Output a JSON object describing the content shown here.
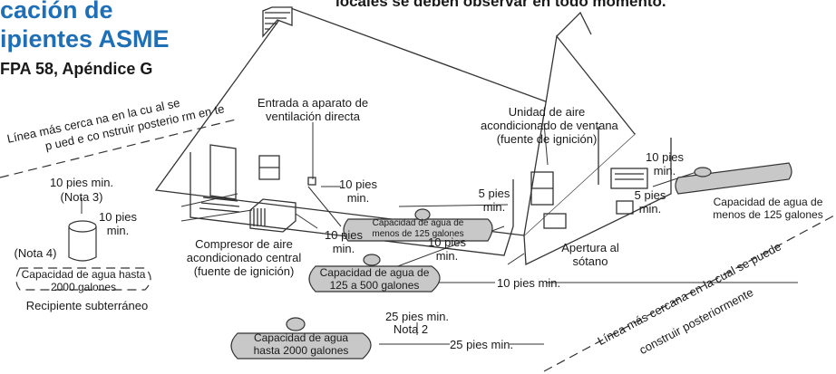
{
  "header": {
    "title_line1": "cación de",
    "title_line2": "ipientes ASME",
    "subtitle": "FPA 58, Apéndice G",
    "top_note": "locales se deben observar en todo momento."
  },
  "labels": {
    "line_left_1": "Línea más cerca na en  la cu al se",
    "line_left_2": "p ued e co nstruir   posterio  rm en te",
    "line_right_1": "Línea más cercana en la cual se puede",
    "line_right_2": "construir   posteriormente",
    "vent_entry_1": "Entrada a aparato de",
    "vent_entry_2": "ventilación directa",
    "ac_unit_1": "Unidad de aire",
    "ac_unit_2": "acondicionado    de ventana",
    "ac_unit_3": "(fuente de ignición)",
    "compressor_1": "Compresor de aire",
    "compressor_2": "acondicionado central",
    "compressor_3": "(fuente de ignición)",
    "basement_1": "Apertura al",
    "basement_2": "sótano",
    "underground": "Recipiente subterráneo",
    "note3": "(Nota 3)",
    "note4": "(Nota 4)",
    "note2": "Nota  2"
  },
  "distances": {
    "d10_a1": "10 pies min.",
    "d10_b1": "10 pies",
    "d10_b2": "min.",
    "d10_c1": "10 pies",
    "d10_c2": "min.",
    "d10_d1": "10 pies",
    "d10_d2": "min.",
    "d5_a1": "5 pies",
    "d5_a2": "min.",
    "d10_e1": "10 pies",
    "d10_e2": "min.",
    "d5_b1": "5 pies",
    "d5_b2": "min.",
    "d10_f1": "10 pies",
    "d10_f2": "min.",
    "d10_g": "10 pies min.",
    "d25_a": "25 pies min.",
    "d25_b": "25 pies min."
  },
  "tanks": {
    "t_small_1": "Capacidad de agua de",
    "t_small_2": "menos de 125 galones",
    "t_right_1": "Capacidad de agua de",
    "t_right_2": "menos de 125 galones",
    "t_mid_1": "Capacidad de agua de",
    "t_mid_2": "125 a 500 galones",
    "t_big_1": "Capacidad de agua",
    "t_big_2": "hasta 2000 galones",
    "t_under_1": "Capacidad de agua hasta",
    "t_under_2": "2000 galones"
  },
  "colors": {
    "title_blue": "#1f6fb6",
    "tank_fill": "#c8c8c8",
    "line": "#333333"
  }
}
